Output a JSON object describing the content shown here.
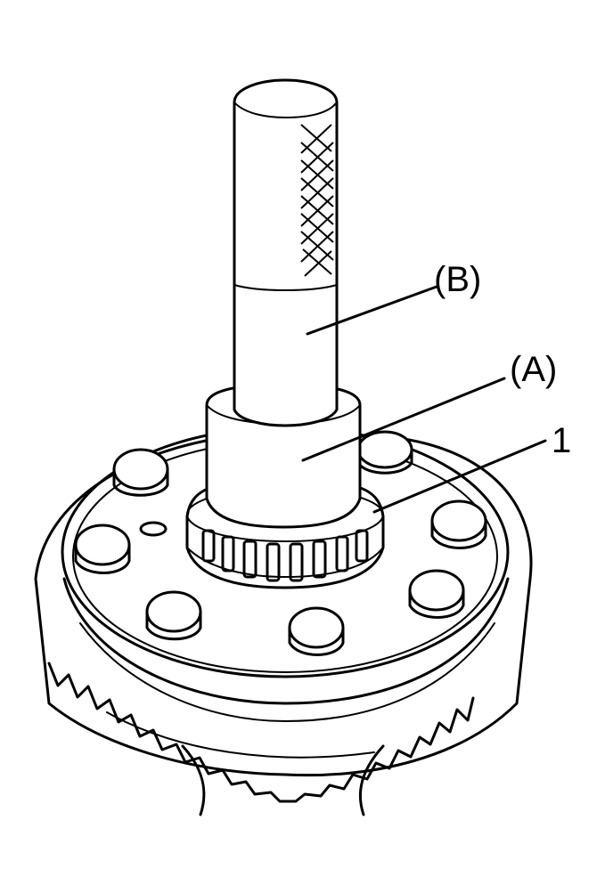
{
  "callouts": {
    "b": "(B)",
    "a": "(A)",
    "one": "1"
  }
}
